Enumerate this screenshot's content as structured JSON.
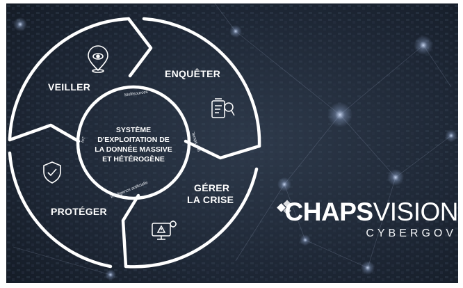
{
  "segments": {
    "veiller": "VEILLER",
    "enqueter": "ENQUÊTER",
    "gerer_line1": "GÉRER",
    "gerer_line2": "LA CRISE",
    "proteger": "PROTÉGER"
  },
  "core": {
    "line1": "SYSTÈME",
    "line2": "D'EXPLOITATION DE",
    "line3": "LA DONNÉE MASSIVE",
    "line4": "ET HÉTÉROGÈNE"
  },
  "arc_labels": {
    "top": "Multisources",
    "right": "Temps réel",
    "bottom": "Intelligence artificielle",
    "left": "IoT"
  },
  "icons": {
    "veiller": "location-eye-icon",
    "enqueter": "investigation-document-icon",
    "gerer": "crisis-monitor-icon",
    "proteger": "shield-check-icon"
  },
  "brand": {
    "name_bold": "CHAPS",
    "name_thin": "VISION",
    "subtitle": "CYBERGOV"
  },
  "colors": {
    "background": "#1f2937",
    "ring": "#ffffff"
  }
}
